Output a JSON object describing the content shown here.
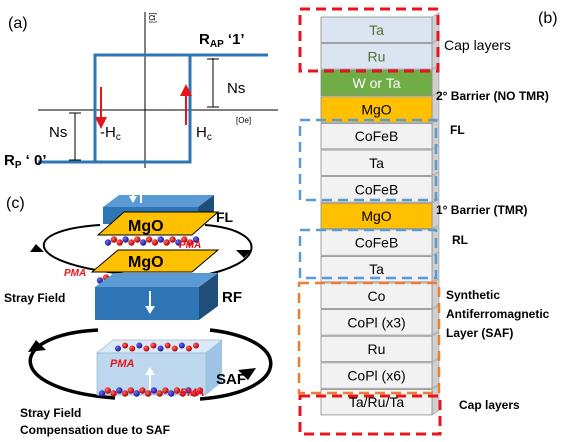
{
  "panel_a": {
    "tag": "(a)",
    "yaxis_unit": "[Ω]",
    "xaxis_unit": "[Oe]",
    "rap": "R",
    "rap_sub": "AP",
    "rap_state": " ‘1’",
    "rp": "R",
    "rp_sub": "P",
    "rp_state": " ‘ 0’",
    "ns_right": "Ns",
    "ns_left": "Ns",
    "neg_hc": "-H",
    "neg_hc_sub": "c",
    "pos_hc": "H",
    "pos_hc_sub": "c"
  },
  "panel_b": {
    "tag": "(b)",
    "layers": [
      {
        "label": "Ta",
        "fill": "#dbe5f1",
        "text_color": "#4f6f30"
      },
      {
        "label": "Ru",
        "fill": "#dbe5f1",
        "text_color": "#4f6f30"
      },
      {
        "label": "W or Ta",
        "fill": "#70ad47",
        "text_color": "#ffffff"
      },
      {
        "label": "MgO",
        "fill": "#ffc000",
        "text_color": "#000000"
      },
      {
        "label": "CoFeB",
        "fill": "#f2f2f2",
        "text_color": "#000000"
      },
      {
        "label": "Ta",
        "fill": "#f2f2f2",
        "text_color": "#000000"
      },
      {
        "label": "CoFeB",
        "fill": "#f2f2f2",
        "text_color": "#000000"
      },
      {
        "label": "MgO",
        "fill": "#ffc000",
        "text_color": "#000000"
      },
      {
        "label": "CoFeB",
        "fill": "#f2f2f2",
        "text_color": "#000000"
      },
      {
        "label": "Ta",
        "fill": "#f2f2f2",
        "text_color": "#000000"
      },
      {
        "label": "Co",
        "fill": "#f2f2f2",
        "text_color": "#000000"
      },
      {
        "label": "CoPl (x3)",
        "fill": "#f2f2f2",
        "text_color": "#000000"
      },
      {
        "label": "Ru",
        "fill": "#f2f2f2",
        "text_color": "#000000"
      },
      {
        "label": "CoPl (x6)",
        "fill": "#f2f2f2",
        "text_color": "#000000"
      },
      {
        "label": "Ta/Ru/Ta",
        "fill": "#f2f2f2",
        "text_color": "#000000"
      }
    ],
    "annotations": {
      "cap_top": "Cap layers",
      "barrier2": "2° Barrier (NO TMR)",
      "fl": "FL",
      "barrier1": "1° Barrier (TMR)",
      "rl": "RL",
      "saf_line1": "Synthetic",
      "saf_line2": "Antiferromagnetic",
      "saf_line3": "Layer (SAF)",
      "cap_bottom": "Cap layers"
    },
    "colors": {
      "cap_box": "#e8141c",
      "fl_rl_box": "#5b9bd5",
      "saf_box": "#ed7d31"
    }
  },
  "panel_c": {
    "tag": "(c)",
    "mgo_top": "MgO",
    "mgo_bottom": "MgO",
    "fl": "FL",
    "rf": "RF",
    "saf": "SAF",
    "pma1": "PMA",
    "pma2": "PMA",
    "pma3": "PMA",
    "pma4": "PMA",
    "stray_field": "Stray Field",
    "caption_line1": "Stray Field",
    "caption_line2": "Compensation due to SAF",
    "colors": {
      "block_blue": "#2e75b6",
      "mgo_orange": "#ffc000",
      "saf_block": "#bdd7ee",
      "pma_red": "#e8141c"
    }
  }
}
